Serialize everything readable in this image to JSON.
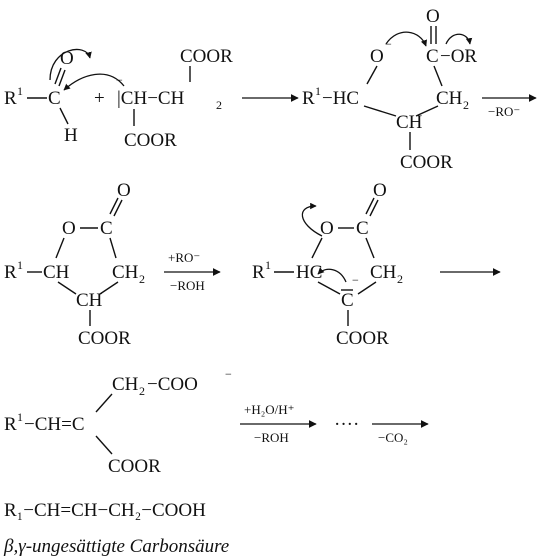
{
  "row1": {
    "r1": "R",
    "sup1": "1",
    "o_carbonyl": "O",
    "c_carbonyl": "C",
    "h": "H",
    "plus": "+",
    "minus": "−",
    "ch_ch2": "|CH−CH",
    "ch2_sub": "2",
    "coor_top": "COOR",
    "coor_bottom": "COOR",
    "p_r1": "R",
    "p_sup1": "1",
    "p_hc": "−HC",
    "p_o": "O",
    "p_o_minus": "−",
    "p_o_top": "O",
    "p_c": "C",
    "p_or": "−OR",
    "p_ch2": "CH",
    "p_ch2_sub": "2",
    "p_ch": "CH",
    "p_coor": "COOR",
    "elim_label": "−RO⁻"
  },
  "row2": {
    "r1": "R",
    "sup1": "1",
    "ch_left": "CH",
    "o_ring": "O",
    "c_ring": "C",
    "o_exo": "O",
    "ch2": "CH",
    "ch2_sub": "2",
    "ch_bottom": "CH",
    "coor": "COOR",
    "above_arrow": "+RO⁻",
    "below_arrow": "−ROH",
    "b_r1": "R",
    "b_sup1": "1",
    "b_hc": "HC",
    "b_o_ring": "O",
    "b_c_ring": "C",
    "b_o_exo": "O",
    "b_ch2": "CH",
    "b_ch2_sub": "2",
    "b_c_anion": "C",
    "b_minus": "−",
    "b_coor": "COOR"
  },
  "row3": {
    "r1": "R",
    "sup1": "1",
    "ch_eq_c": "−CH=C",
    "ch2_coo": "CH",
    "ch2_sub": "2",
    "coo_minus": "−COO",
    "coo_charge": "−",
    "coor": "COOR",
    "above_arrow": "+H₂O/H⁺",
    "below_arrow": "−ROH",
    "dots": "····",
    "co2_label": "−CO₂"
  },
  "product": {
    "formula": "R₁−CH=CH−CH₂−COOH",
    "caption": "β,γ-ungesättigte Carbonsäure"
  }
}
